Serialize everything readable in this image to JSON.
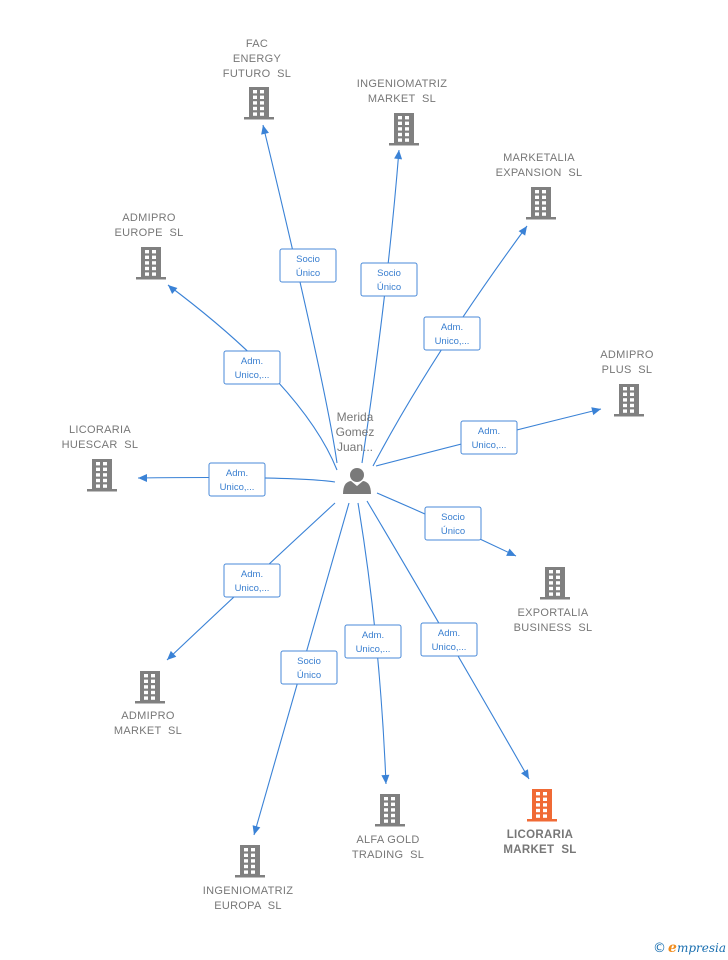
{
  "center": {
    "name_lines": [
      "Merida",
      "Gomez",
      "Juan..."
    ],
    "icon": "person-icon"
  },
  "colors": {
    "edge": "#3a82d6",
    "company": "#808080",
    "highlight_company": "#f06a35",
    "label": "#777777"
  },
  "companies": [
    {
      "id": "fac-energy-futuro",
      "lines": [
        "FAC",
        "ENERGY",
        "FUTURO  SL"
      ],
      "relation": [
        "Socio",
        "Único"
      ],
      "highlight": false
    },
    {
      "id": "ingeniomatriz-market",
      "lines": [
        "INGENIOMATRIZ",
        "MARKET  SL"
      ],
      "relation": [
        "Socio",
        "Único"
      ],
      "highlight": false
    },
    {
      "id": "marketalia-expansion",
      "lines": [
        "MARKETALIA",
        "EXPANSION  SL"
      ],
      "relation": [
        "Adm.",
        "Unico,..."
      ],
      "highlight": false
    },
    {
      "id": "admipro-europe",
      "lines": [
        "ADMIPRO",
        "EUROPE  SL"
      ],
      "relation": [
        "Adm.",
        "Unico,..."
      ],
      "highlight": false
    },
    {
      "id": "admipro-plus",
      "lines": [
        "ADMIPRO",
        "PLUS  SL"
      ],
      "relation": [
        "Adm.",
        "Unico,..."
      ],
      "highlight": false
    },
    {
      "id": "licoraria-huescar",
      "lines": [
        "LICORARIA",
        "HUESCAR  SL"
      ],
      "relation": [
        "Adm.",
        "Unico,..."
      ],
      "highlight": false
    },
    {
      "id": "exportalia-business",
      "lines": [
        "EXPORTALIA",
        "BUSINESS  SL"
      ],
      "relation": [
        "Socio",
        "Único"
      ],
      "highlight": false
    },
    {
      "id": "admipro-market",
      "lines": [
        "ADMIPRO",
        "MARKET  SL"
      ],
      "relation": [
        "Adm.",
        "Unico,..."
      ],
      "highlight": false
    },
    {
      "id": "ingeniomatriz-europa",
      "lines": [
        "INGENIOMATRIZ",
        "EUROPA  SL"
      ],
      "relation": [
        "Socio",
        "Único"
      ],
      "highlight": false
    },
    {
      "id": "alfa-gold-trading",
      "lines": [
        "ALFA GOLD",
        "TRADING  SL"
      ],
      "relation": [
        "Adm.",
        "Unico,..."
      ],
      "highlight": false
    },
    {
      "id": "licoraria-market",
      "lines": [
        "LICORARIA",
        "MARKET  SL"
      ],
      "relation": [
        "Adm.",
        "Unico,..."
      ],
      "highlight": true
    }
  ],
  "brand": {
    "copyright": "©",
    "initial": "e",
    "rest": "mpresia"
  }
}
